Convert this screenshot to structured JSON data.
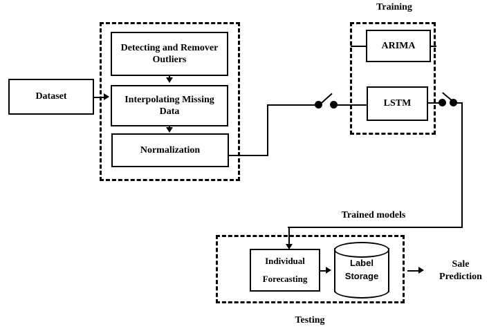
{
  "diagram": {
    "title": "Sales forecasting pipeline flowchart",
    "stroke_color": "#000000",
    "background_color": "#ffffff"
  },
  "nodes": {
    "dataset": {
      "label": "Dataset"
    },
    "outliers": {
      "label": "Detecting and Remover Outliers"
    },
    "interpolating": {
      "label": "Interpolating Missing Data"
    },
    "normalization": {
      "label": "Normalization"
    },
    "arima": {
      "label": "ARIMA"
    },
    "lstm": {
      "label": "LSTM"
    },
    "individual_forecasting": {
      "label": "Individual Forecasting"
    },
    "label_storage": {
      "line1": "Label",
      "line2": "Storage"
    },
    "sale_prediction": {
      "line1": "Sale",
      "line2": "Prediction"
    }
  },
  "groups": {
    "preprocessing": {
      "label": ""
    },
    "training": {
      "label": "Training"
    },
    "testing": {
      "label": "Testing"
    }
  },
  "edges": {
    "trained_models": {
      "label": "Trained models"
    }
  },
  "switches": {
    "input_switch": {
      "state": "open"
    },
    "output_switch": {
      "state": "open"
    }
  }
}
